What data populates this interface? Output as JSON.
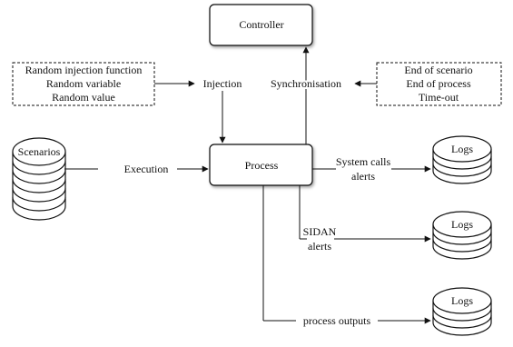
{
  "nodes": {
    "controller": "Controller",
    "process": "Process",
    "scenarios": "Scenarios",
    "logs_1": "Logs",
    "logs_2": "Logs",
    "logs_3": "Logs"
  },
  "injection_sources": [
    "Random injection function",
    "Random variable",
    "Random value"
  ],
  "sync_sources": [
    "End of scenario",
    "End of process",
    "Time-out"
  ],
  "edges": {
    "injection": "Injection",
    "synchronisation": "Synchronisation",
    "execution": "Execution",
    "system_calls_alerts": [
      "System calls",
      "alerts"
    ],
    "sidan_alerts": [
      "SIDAN",
      "alerts"
    ],
    "process_outputs": "process outputs"
  }
}
